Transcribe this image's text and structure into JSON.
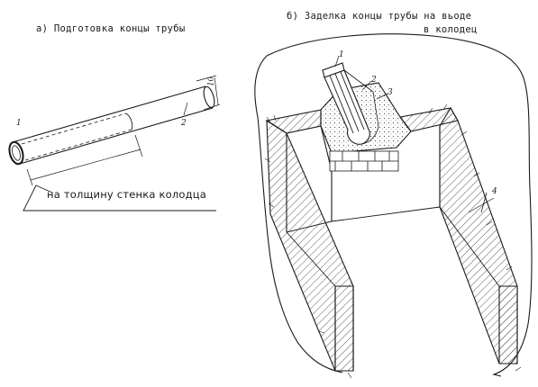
{
  "panel_a": {
    "caption": "а) Подготовка концы трубы",
    "note": "на толщину стенка колодца",
    "labels": {
      "pipe": "1",
      "coating": "2",
      "dim": "10"
    }
  },
  "panel_b": {
    "caption_line1": "б) Заделка концы трубы на вьоде",
    "caption_line2": "в колодец",
    "labels": {
      "pipe": "1",
      "seal": "2",
      "concrete": "3",
      "wall": "4"
    }
  }
}
